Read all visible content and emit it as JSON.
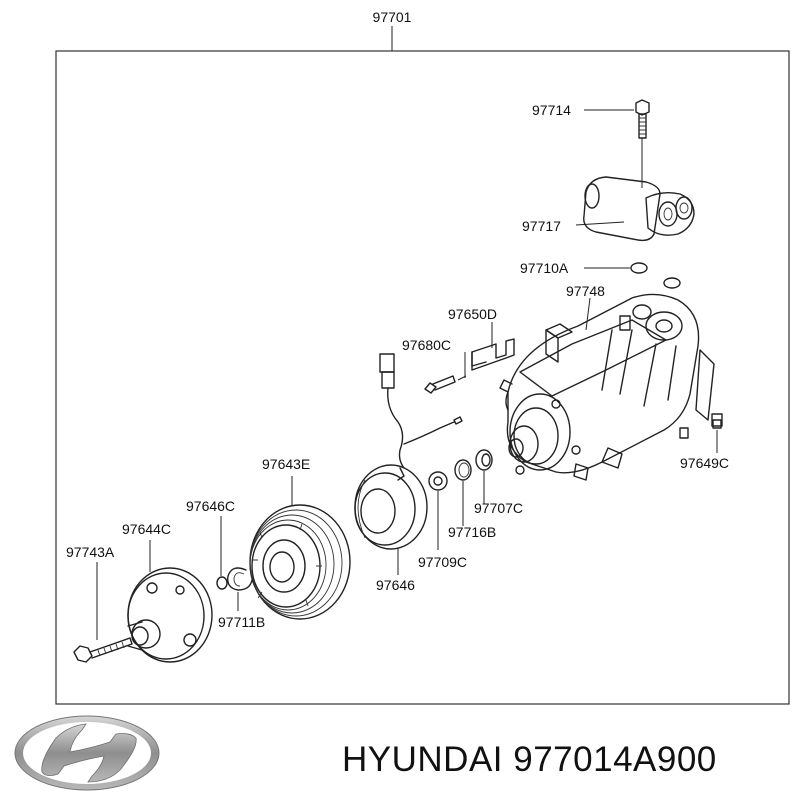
{
  "diagram": {
    "assembly_label": "97701",
    "labels": {
      "p97714": "97714",
      "p97717": "97717",
      "p97710A": "97710A",
      "p97748": "97748",
      "p97650D": "97650D",
      "p97680C": "97680C",
      "p97649C": "97649C",
      "p97643E": "97643E",
      "p97646C": "97646C",
      "p97644C": "97644C",
      "p97743A": "97743A",
      "p97707C": "97707C",
      "p97716B": "97716B",
      "p97709C": "97709C",
      "p97646": "97646",
      "p97711B": "97711B"
    }
  },
  "caption": {
    "text": "HYUNDAI 977014A900"
  },
  "logo": {
    "name": "hyundai-logo",
    "color": "#9a9a9a"
  }
}
